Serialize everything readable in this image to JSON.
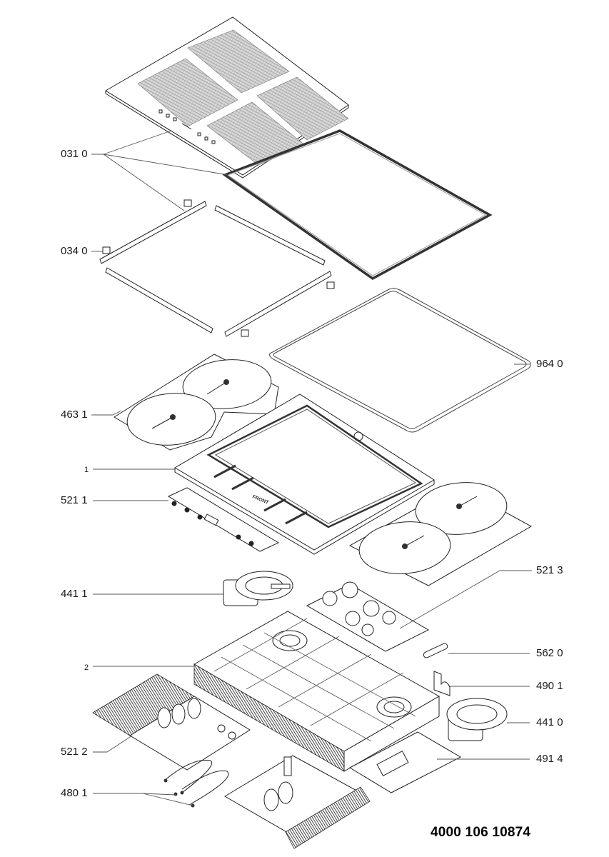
{
  "diagram": {
    "type": "exploded-parts-diagram",
    "subject": "induction hob",
    "document_number": "4000 106 10874",
    "part_labels": [
      {
        "id": "031-0",
        "text": "031 0",
        "side": "left"
      },
      {
        "id": "034-0",
        "text": "034 0",
        "side": "left"
      },
      {
        "id": "964-0",
        "text": "964 0",
        "side": "right"
      },
      {
        "id": "463-1",
        "text": "463 1",
        "side": "left"
      },
      {
        "id": "1",
        "text": "1",
        "side": "left"
      },
      {
        "id": "521-1",
        "text": "521 1",
        "side": "left"
      },
      {
        "id": "521-3",
        "text": "521 3",
        "side": "right"
      },
      {
        "id": "441-1",
        "text": "441 1",
        "side": "left"
      },
      {
        "id": "562-0",
        "text": "562 0",
        "side": "right"
      },
      {
        "id": "2",
        "text": "2",
        "side": "left"
      },
      {
        "id": "490-1",
        "text": "490 1",
        "side": "right"
      },
      {
        "id": "441-0",
        "text": "441 0",
        "side": "right"
      },
      {
        "id": "521-2",
        "text": "521 2",
        "side": "left"
      },
      {
        "id": "491-4",
        "text": "491 4",
        "side": "right"
      },
      {
        "id": "480-1",
        "text": "480 1",
        "side": "left"
      }
    ],
    "embossed_text": {
      "front_marking": "FRONT"
    }
  }
}
